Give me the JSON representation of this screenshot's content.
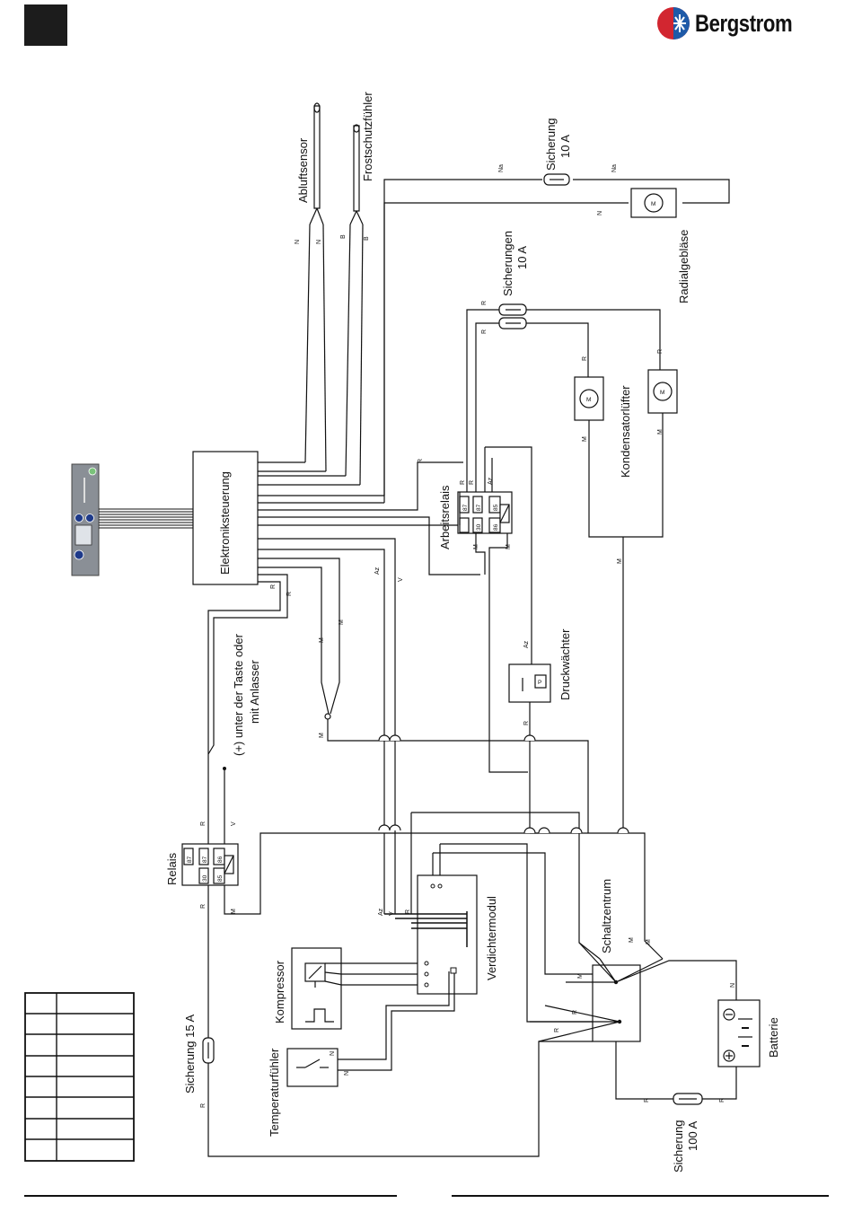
{
  "brand": {
    "name": "Bergstrom"
  },
  "labels": {
    "abluftsensor": "Abluftsensor",
    "frostschutz": "Frostschutzfühler",
    "sicherung_top": "Sicherung",
    "sicherung_top_val": "10 A",
    "radialgeblaese": "Radialgebläse",
    "sicherungen": "Sicherungen",
    "sicherungen_val": "10 A",
    "kondensator": "Kondensatorlüfter",
    "elektronik": "Elektroniksteuerung",
    "arbeitsrelais": "Arbeitsrelais",
    "druckwaechter": "Druckwächter",
    "taste_1": "(+) unter der Taste oder",
    "taste_2": "mit Anlasser",
    "relais": "Relais",
    "verdichtermodul": "Verdichtermodul",
    "schaltzentrum": "Schaltzentrum",
    "kompressor": "Kompressor",
    "temperaturfuehler": "Temperaturfühler",
    "sicherung15": "Sicherung 15 A",
    "batterie": "Batterie",
    "sicherung100": "Sicherung",
    "sicherung100_val": "100 A"
  },
  "wire_codes": {
    "N": "N",
    "B": "B",
    "Na": "Na",
    "R": "R",
    "M": "M",
    "Az": "Az",
    "V": "V"
  },
  "pins": {
    "p87": "87",
    "p30": "30",
    "p85": "85",
    "p86": "86",
    "motor": "M",
    "pressure": "P"
  },
  "colors": {
    "line": "#111111",
    "logo_red": "#d22630",
    "logo_blue": "#1e5aa8"
  },
  "legend_rows": 8
}
